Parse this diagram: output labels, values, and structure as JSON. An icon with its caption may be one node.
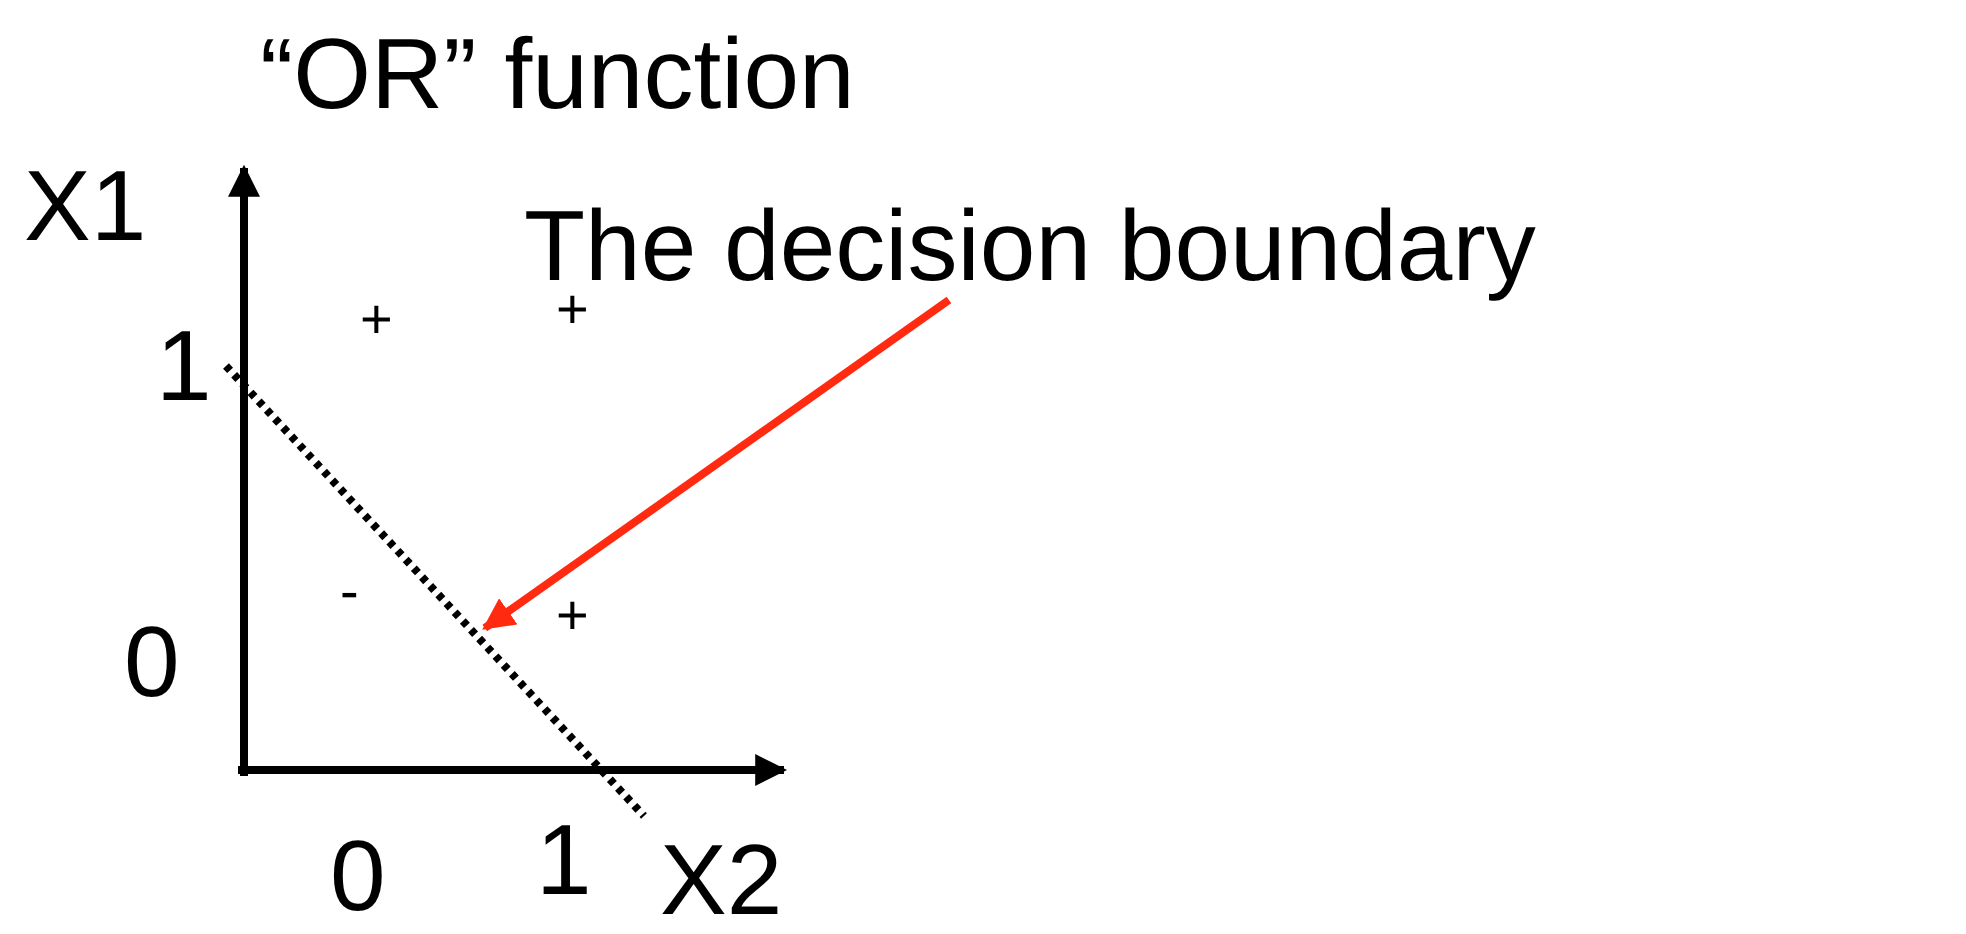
{
  "diagram": {
    "title": "“OR” function",
    "nodes": [
      {
        "text": [
          "The decision boundary"
        ]
      },
      {
        "text": [],
        "shape": "line"
      }
    ],
    "edges": [
      {
        "from": 0,
        "to": 1,
        "arrow": "to",
        "color": "#ff2a10"
      }
    ],
    "labels": [
      "X1",
      "1",
      "+",
      "+",
      "-",
      "+",
      "0",
      "0",
      "1",
      "X2"
    ]
  }
}
